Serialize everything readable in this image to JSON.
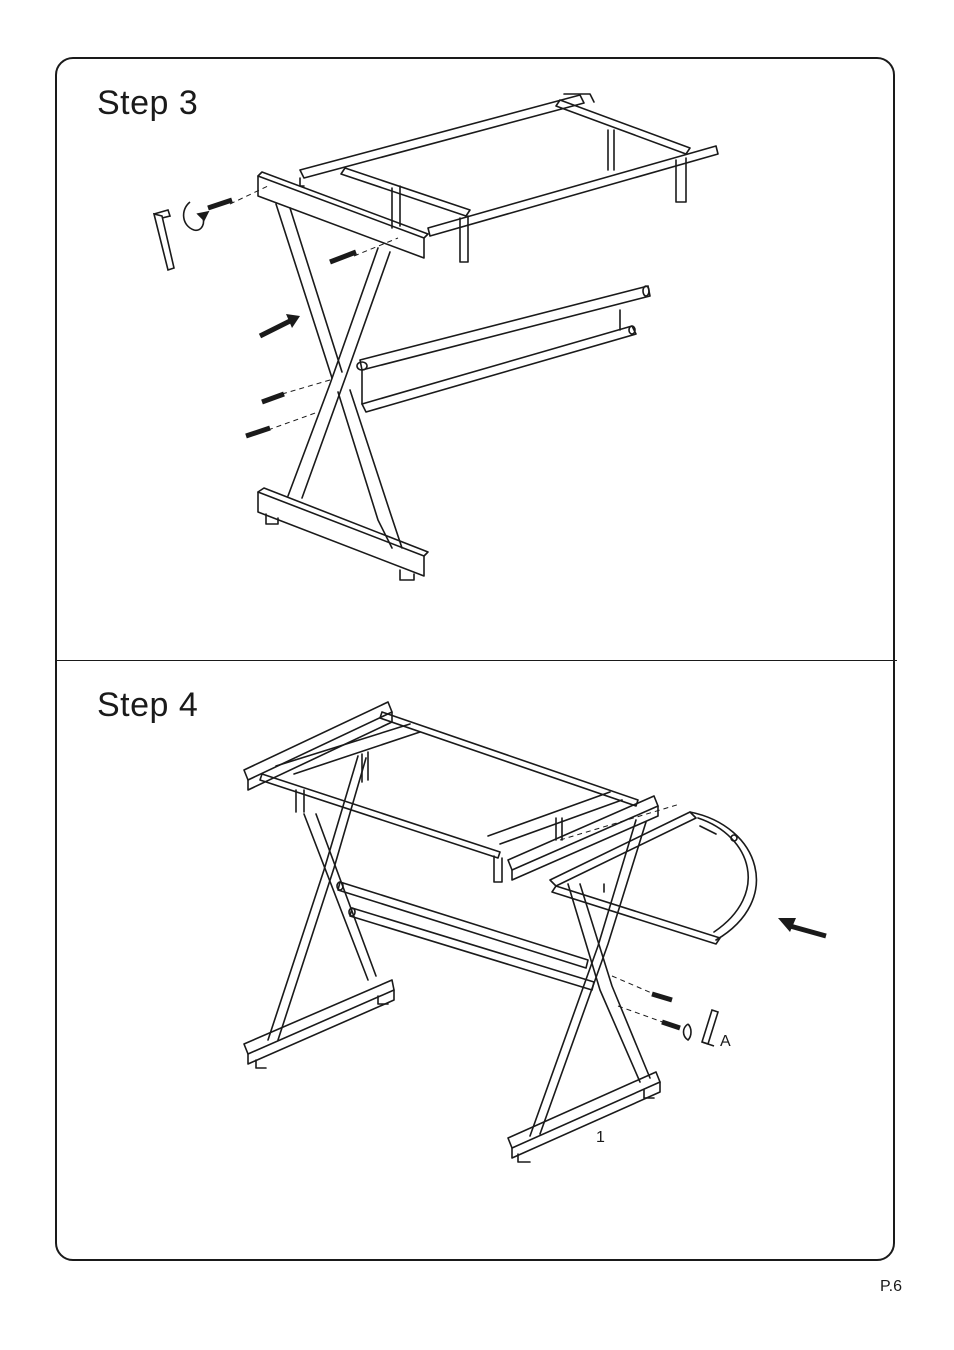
{
  "steps": [
    {
      "title": "Step 3"
    },
    {
      "title": "Step 4",
      "part_labels": {
        "hex_key": "A",
        "leg_frame": "1"
      }
    }
  ],
  "footer": {
    "page_number": "P.6"
  },
  "icons": [
    "allen-key-icon",
    "rotation-arrow-icon",
    "bolt-icon",
    "direction-arrow-icon"
  ],
  "colors": {
    "line": "#1a1a1a",
    "background": "#ffffff"
  }
}
